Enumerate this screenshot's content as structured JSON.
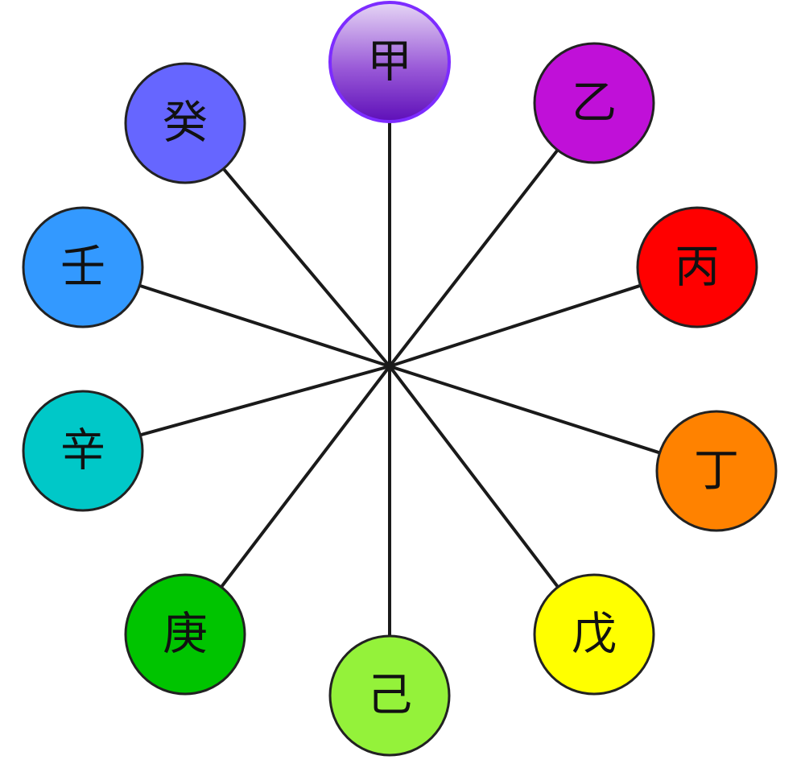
{
  "diagram": {
    "stems": [
      {
        "label": "甲",
        "color": "#8a3fd6",
        "selected": true
      },
      {
        "label": "乙",
        "color": "#c010d8"
      },
      {
        "label": "丙",
        "color": "#ff0000"
      },
      {
        "label": "丁",
        "color": "#ff8200"
      },
      {
        "label": "戊",
        "color": "#ffff00"
      },
      {
        "label": "己",
        "color": "#94f23a"
      },
      {
        "label": "庚",
        "color": "#00c400"
      },
      {
        "label": "辛",
        "color": "#00c8c8"
      },
      {
        "label": "壬",
        "color": "#3399ff"
      },
      {
        "label": "癸",
        "color": "#6666ff"
      }
    ]
  }
}
